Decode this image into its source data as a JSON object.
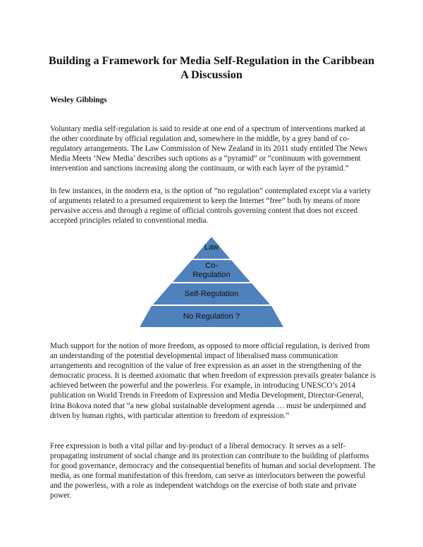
{
  "document": {
    "title_line1": "Building a Framework for Media Self-Regulation in the Caribbean",
    "title_line2": "A Discussion",
    "author": "Wesley Gibbings",
    "paragraphs": [
      "Voluntary media self-regulation is said to reside at one end of a spectrum of interventions marked at the other coordinate by official regulation and, somewhere in the middle, by a grey band of co-regulatory arrangements.  The Law Commission of New Zealand in its 2011 study entitled The News Media Meets ‘New Media’ describes such options as a “pyramid” or “continuum with government intervention and sanctions increasing along the continuum, or with each layer of the pyramid.”",
      "In few instances, in the modern era, is the option of “no regulation” contemplated except via a variety of arguments related to a presumed requirement to keep the Internet “free” both by means of more pervasive access and through a regime of official controls governing content that does not exceed accepted principles related to conventional media.",
      "Much support for the notion of more freedom, as opposed to more official regulation, is derived from an understanding of the potential developmental impact of liberalised mass communication arrangements and recognition of the value of free expression as an asset in the strengthening of the democratic process. It is deemed axiomatic that when freedom of expression prevails greater balance is achieved between the powerful and the powerless. For example, in introducing UNESCO’s 2014 publication on World Trends in Freedom of Expression and Media Development, Director-General, Irina Bokova noted that “a new global sustainable development agenda … must be underpinned and driven by human rights, with particular attention to freedom of expression.”",
      "Free expression is both a vital pillar and by-product of a liberal democracy. It serves as a self-propagating instrument of social change and its protection can contribute to the building of platforms for good governance, democracy and the consequential benefits of human and social development. The media, as one formal manifestation of this freedom, can serve as interlocutors between the powerful and the powerless, with a role as independent watchdogs on the exercise of both state and private power."
    ]
  },
  "pyramid": {
    "fill_color": "#4f81bd",
    "edge_color": "#ffffff",
    "layers": [
      {
        "label_line1": "Law",
        "label_line2": ""
      },
      {
        "label_line1": "Co-",
        "label_line2": "Regulation"
      },
      {
        "label_line1": "Self-Regulation",
        "label_line2": ""
      },
      {
        "label_line1": "No Regulation ?",
        "label_line2": ""
      }
    ]
  }
}
